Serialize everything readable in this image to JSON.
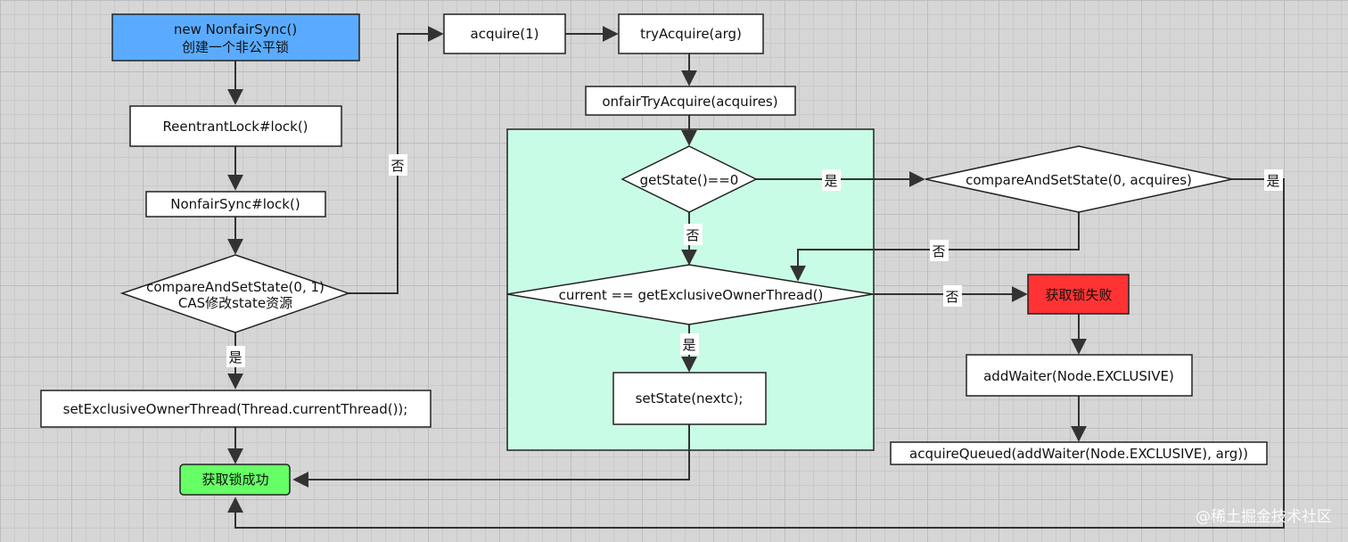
{
  "colors": {
    "start": "#5aabff",
    "box": "#ffffff",
    "region": "#c9fce6",
    "fail": "#ff3333",
    "success": "#66ff66",
    "stroke": "#222222"
  },
  "nodes": {
    "new_nonfair_sync": {
      "line1": "new NonfairSync()",
      "line2": "创建一个非公平锁"
    },
    "reentrant_lock": "ReentrantLock#lock()",
    "nonfair_lock": "NonfairSync#lock()",
    "cas_decision": {
      "line1": "compareAndSetState(0, 1)",
      "line2": "CAS修改state资源"
    },
    "set_owner": "setExclusiveOwnerThread(Thread.currentThread());",
    "success": "获取锁成功",
    "acquire": "acquire(1)",
    "try_acquire": "tryAcquire(arg)",
    "nonfair_try_acquire": "onfairTryAcquire(acquires)",
    "get_state_decision": "getState()==0",
    "cas_acquires_decision": "compareAndSetState(0, acquires)",
    "current_owner_decision": "current == getExclusiveOwnerThread()",
    "set_state": "setState(nextc);",
    "fail": "获取锁失败",
    "add_waiter": "addWaiter(Node.EXCLUSIVE)",
    "acquire_queued": "acquireQueued(addWaiter(Node.EXCLUSIVE), arg))"
  },
  "edge_labels": {
    "cas_no": "否",
    "cas_yes": "是",
    "state_zero_yes": "是",
    "state_zero_no": "否",
    "cas_acquires_no": "否",
    "cas_acquires_yes": "是",
    "current_no": "否",
    "current_yes": "是"
  },
  "watermark": "@稀土掘金技术社区"
}
